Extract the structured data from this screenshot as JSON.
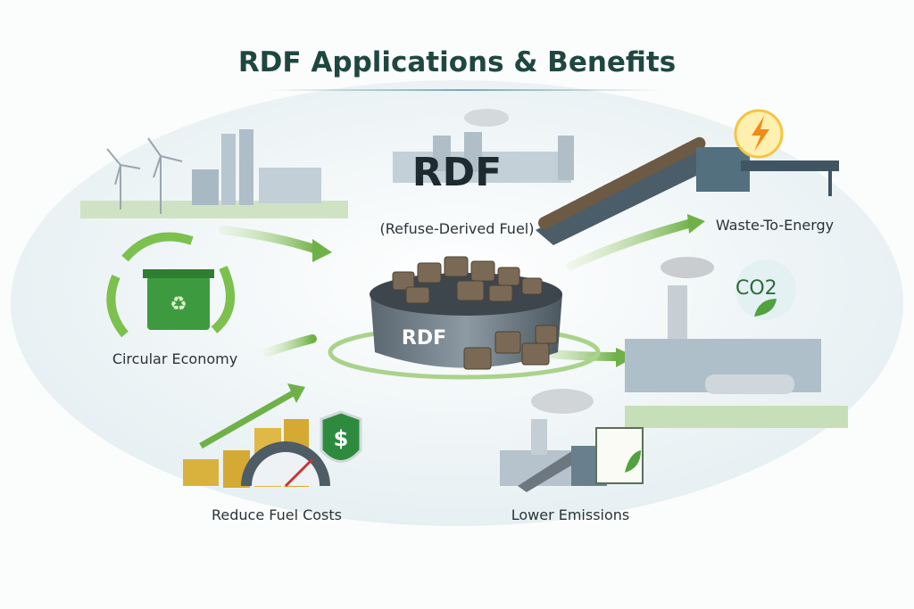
{
  "title": "RDF Applications & Benefits",
  "center": {
    "title": "RDF",
    "subtitle": "(Refuse-Derived Fuel)",
    "bowl_label": "RDF"
  },
  "benefits": [
    {
      "label": "Waste-To-Energy",
      "icon": "conveyor-lightning-icon"
    },
    {
      "label": "Circular Economy",
      "icon": "recycle-bin-icon"
    },
    {
      "label": "Reduce Fuel Costs",
      "icon": "coins-gauge-shield-icon"
    },
    {
      "label": "Lower Emissions",
      "icon": "factory-clipboard-icon"
    }
  ],
  "co2_badge": "CO2",
  "colors": {
    "title": "#1f4740",
    "arrow": "#7bb84f",
    "dark": "#1d2a30"
  }
}
